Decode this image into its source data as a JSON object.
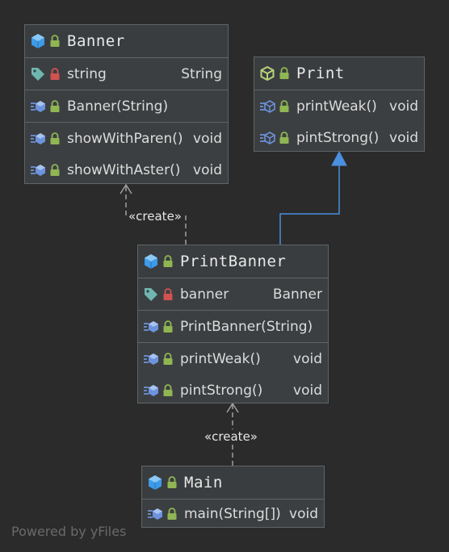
{
  "classes": {
    "banner": {
      "name": "Banner",
      "fields": [
        {
          "name": "string",
          "type": "String"
        }
      ],
      "constructors": [
        {
          "name": "Banner(String)",
          "type": ""
        }
      ],
      "methods": [
        {
          "name": "showWithParen()",
          "type": "void"
        },
        {
          "name": "showWithAster()",
          "type": "void"
        }
      ]
    },
    "print": {
      "name": "Print",
      "methods": [
        {
          "name": "printWeak()",
          "type": "void"
        },
        {
          "name": "pintStrong()",
          "type": "void"
        }
      ]
    },
    "printbanner": {
      "name": "PrintBanner",
      "fields": [
        {
          "name": "banner",
          "type": "Banner"
        }
      ],
      "constructors": [
        {
          "name": "PrintBanner(String)",
          "type": ""
        }
      ],
      "methods": [
        {
          "name": "printWeak()",
          "type": "void"
        },
        {
          "name": "pintStrong()",
          "type": "void"
        }
      ]
    },
    "main": {
      "name": "Main",
      "methods": [
        {
          "name": "main(String[])",
          "type": "void"
        }
      ]
    }
  },
  "edges": {
    "create_banner": "«create»",
    "create_printbanner": "«create»"
  },
  "watermark": "Powered by yFiles",
  "colors": {
    "background": "#2b2b2b",
    "class_fill": "#3c3f41",
    "class_border": "#5f6466",
    "class_icon": "#3d9be9",
    "interface_icon": "#b7d37a",
    "field_icon": "#6fb6b0",
    "lock_green": "#8fb653",
    "lock_red": "#d25252",
    "method_icon": "#6c93dc",
    "realization": "#4a8fe0",
    "dependency": "#a0a0a0"
  }
}
